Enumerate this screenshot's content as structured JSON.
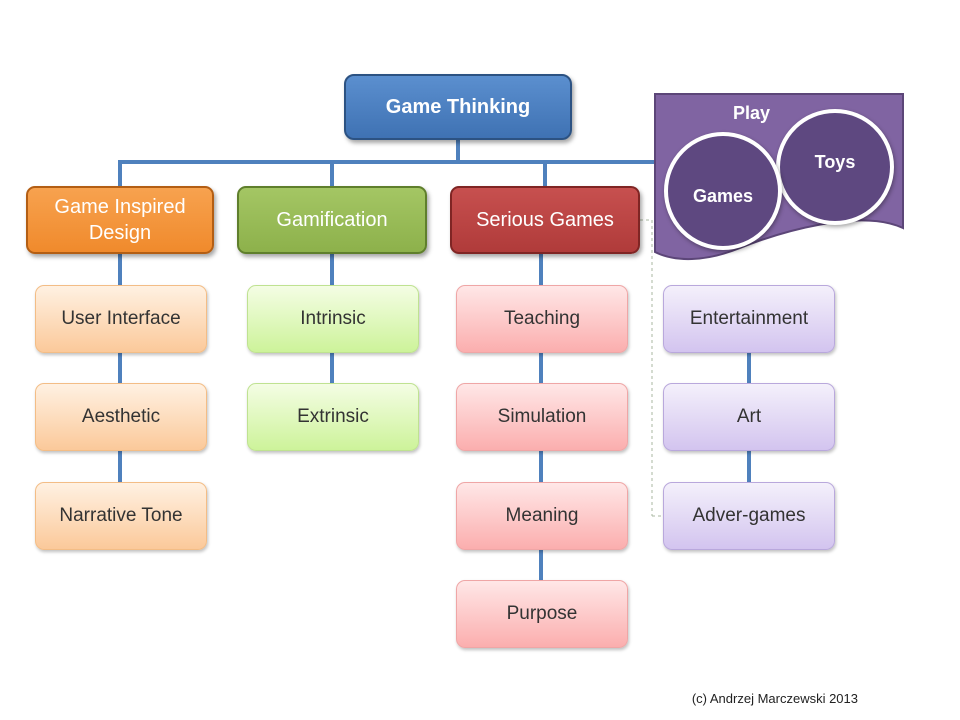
{
  "root": {
    "label": "Game Thinking"
  },
  "categories": {
    "game_inspired_design": "Game Inspired Design",
    "gamification": "Gamification",
    "serious_games": "Serious Games"
  },
  "game_inspired_design_items": [
    "User Interface",
    "Aesthetic",
    "Narrative Tone"
  ],
  "gamification_items": [
    "Intrinsic",
    "Extrinsic"
  ],
  "serious_games_items": [
    "Teaching",
    "Simulation",
    "Meaning",
    "Purpose"
  ],
  "play": {
    "label": "Play",
    "circles": [
      "Games",
      "Toys"
    ],
    "items": [
      "Entertainment",
      "Art",
      "Adver-games"
    ]
  },
  "footer": {
    "credit": "(c) Andrzej Marczewski 2013"
  },
  "colors": {
    "root": "#4f81bd",
    "game_inspired_design": "#f79646",
    "gamification": "#9bbb59",
    "serious_games": "#c0504d",
    "play": "#8064a2",
    "connector": "#4f81bd"
  }
}
